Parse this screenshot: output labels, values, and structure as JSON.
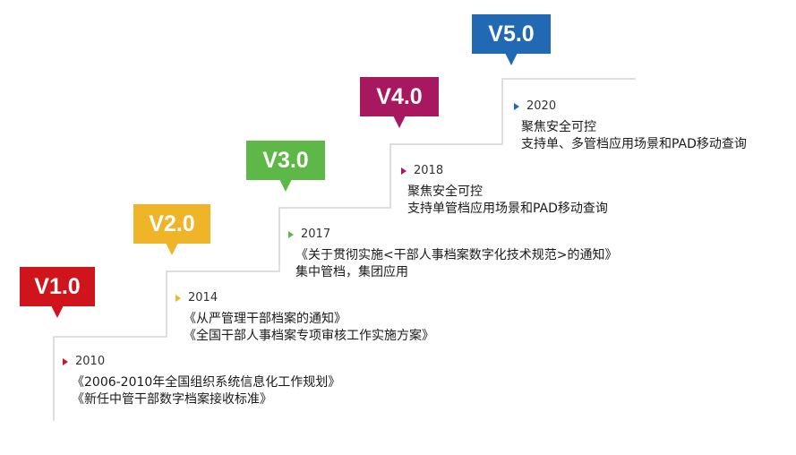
{
  "milestones": [
    {
      "version": "V1.0",
      "year": "2010",
      "color": "#d0141c",
      "lines": [
        "《2006-2010年全国组织系统信息化工作规划》",
        "《新任中管干部数字档案接收标准》"
      ]
    },
    {
      "version": "V2.0",
      "year": "2014",
      "color": "#f0b429",
      "lines": [
        "《从严管理干部档案的通知》",
        "《全国干部人事档案专项审核工作实施方案》"
      ]
    },
    {
      "version": "V3.0",
      "year": "2017",
      "color": "#5db847",
      "lines": [
        "《关于贯彻实施<干部人事档案数字化技术规范>的通知》",
        "集中管档，集团应用"
      ]
    },
    {
      "version": "V4.0",
      "year": "2018",
      "color": "#a8185e",
      "lines": [
        "聚焦安全可控",
        "支持单管档应用场景和PAD移动查询"
      ]
    },
    {
      "version": "V5.0",
      "year": "2020",
      "color": "#2269b3",
      "lines": [
        "聚焦安全可控",
        "支持单、多管档应用场景和PAD移动查询"
      ]
    }
  ]
}
